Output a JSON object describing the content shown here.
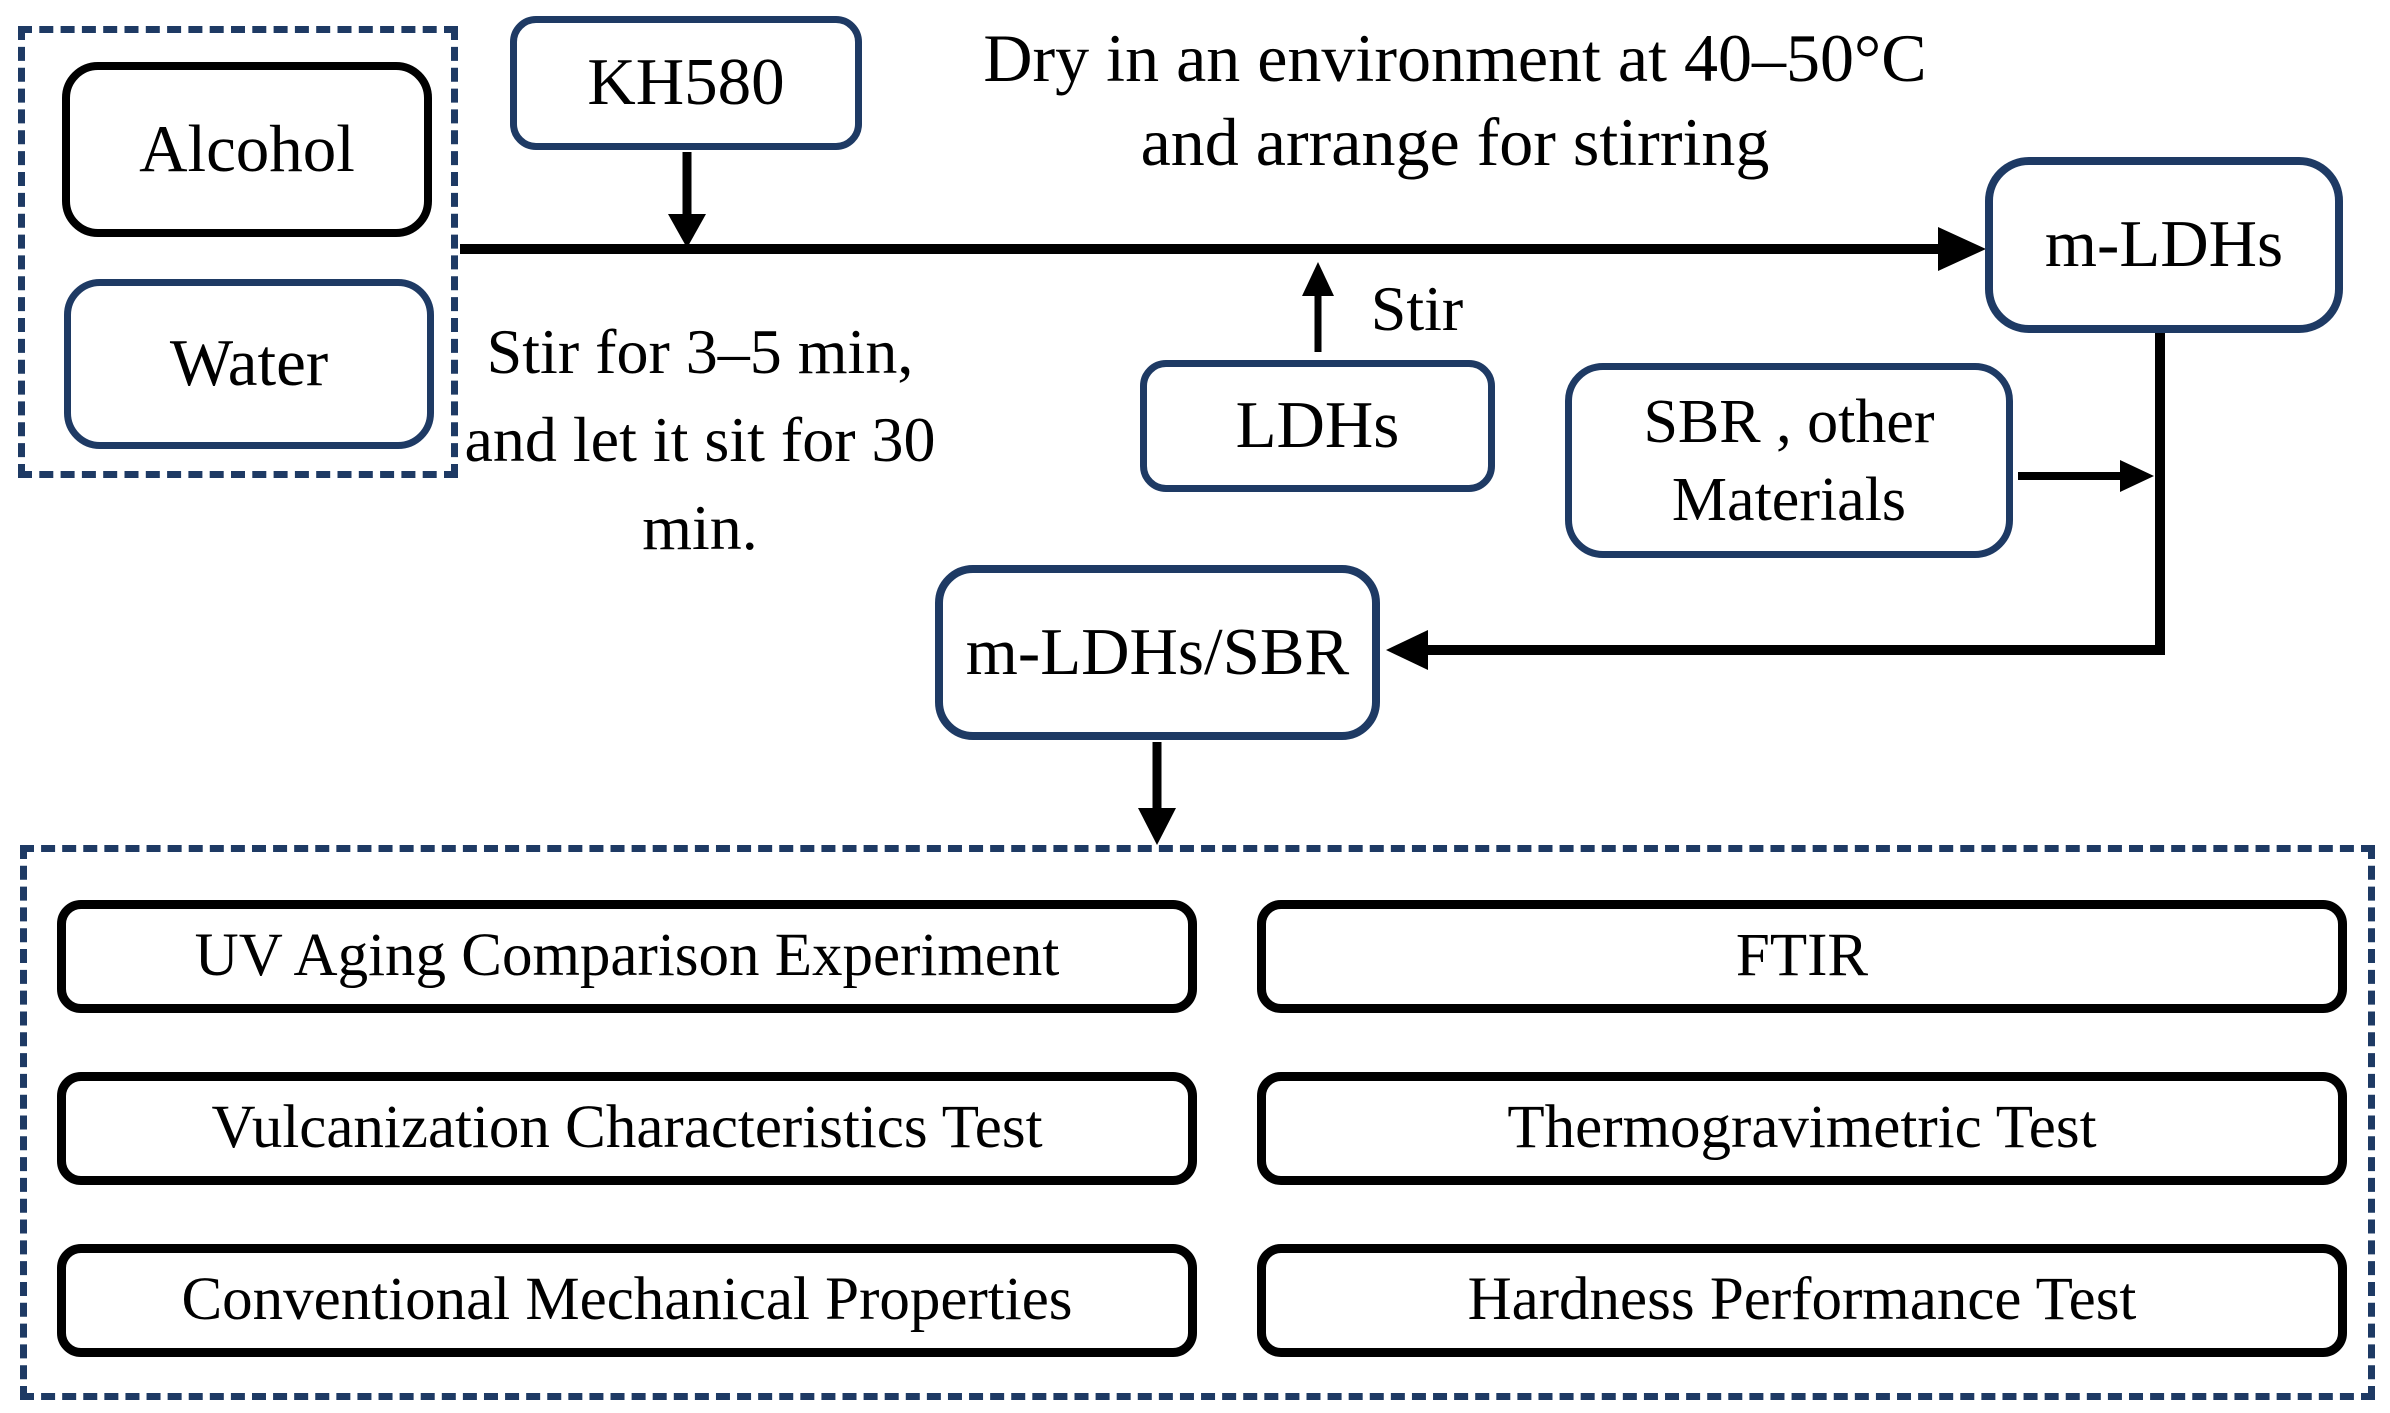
{
  "diagram": {
    "colors": {
      "navy": "#1e3a64",
      "black": "#000000"
    },
    "inputs": {
      "alcohol": "Alcohol",
      "water": "Water"
    },
    "kh580": "KH580",
    "top_note": {
      "line1": "Dry in an environment at 40–50°C",
      "line2": "and arrange for stirring"
    },
    "stir_note": {
      "line1": "Stir for 3–5 min,",
      "line2": "and let it sit for 30 min."
    },
    "stir_label": "Stir",
    "ldhs": "LDHs",
    "m_ldhs": "m-LDHs",
    "sbr": {
      "line1": "SBR , other",
      "line2": "Materials"
    },
    "m_ldhs_sbr": "m-LDHs/SBR",
    "tests": {
      "left": [
        "UV Aging Comparison Experiment",
        "Vulcanization Characteristics Test",
        "Conventional Mechanical Properties"
      ],
      "right": [
        "FTIR",
        "Thermogravimetric Test",
        "Hardness Performance Test"
      ]
    }
  }
}
